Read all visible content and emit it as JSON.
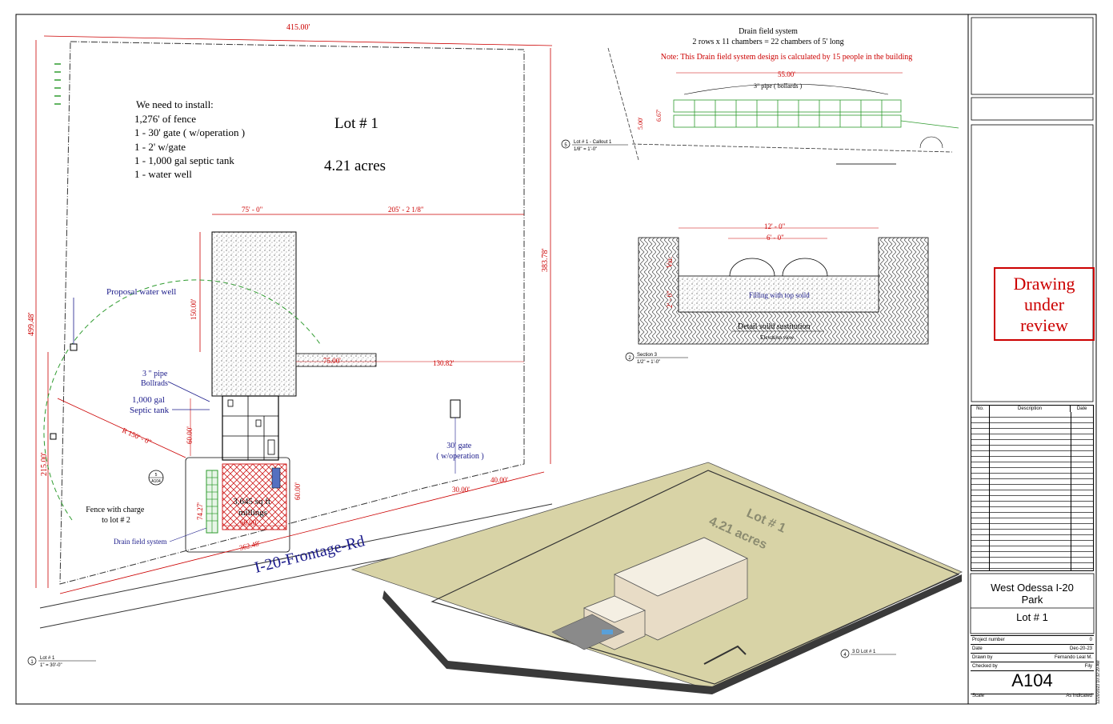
{
  "site_plan": {
    "top_dim": "415.00'",
    "left_dim": "499.48'",
    "right_dim": "383.78'",
    "lower_left_dim": "215.00'",
    "install_notes": [
      "We need to install:",
      "1,276' of fence",
      "1 - 30' gate ( w/operation )",
      "1 - 2' w/gate",
      "1 - 1,000 gal septic tank",
      "1 - water well"
    ],
    "lot_title": "Lot # 1",
    "lot_acres": "4.21 acres",
    "dim_75": "75' - 0\"",
    "dim_205": "205' - 2 1/8\"",
    "dim_150": "150.00'",
    "dim_75b": "75.00'",
    "dim_130": "130.82'",
    "dim_60v": "60.00'",
    "dim_60h": "60.00'",
    "dim_60r": "60.00'",
    "dim_74": "74.27'",
    "dim_30": "30.00'",
    "dim_40": "40.00'",
    "dim_362": "362.48'",
    "radius": "R 150' - 0\"",
    "water_well": "Proposal water well",
    "pipe_bollards": [
      "3 \" pipe",
      "Bollrads"
    ],
    "septic": [
      "1,000 gal",
      "Septic tank"
    ],
    "gate": [
      "30' gate",
      "( w/operation )"
    ],
    "fence_charge": [
      "Fence with charge",
      "to lot # 2"
    ],
    "drain_label": "Drain field system",
    "millings": [
      "3,645 sq ft",
      "millings"
    ],
    "road": "I-20-Frontage-Rd",
    "callout_num": "5",
    "callout_sheet": "A104",
    "view_num": "1",
    "view_name": "Lot # 1",
    "view_scale": "1\" = 30'-0\""
  },
  "drain_field": {
    "title": "Drain field system",
    "subtitle": "2 rows x 11 chambers = 22 chambers of 5' long",
    "note": "Note: This Drain field system design is calculated by 15 people in the building",
    "dim_55": "55.00'",
    "pipe": "3\" pipe ( bollards )",
    "dim_667": "6.67'",
    "dim_5": "5.00'",
    "view_num": "5",
    "view_name": "Lot # 1 - Callout 1",
    "view_scale": "1/8\" = 1'-0\""
  },
  "section": {
    "dim_12": "12' - 0\"",
    "dim_6": "6' - 0\"",
    "dim_var": "Var.",
    "dim_2": "2' - 0\"",
    "filling": "Filling with top soild",
    "detail": "Detail soild sustitution",
    "elevation": "Elevation view",
    "view_num": "2",
    "view_name": "Section 3",
    "view_scale": "1/2\" = 1'-0\""
  },
  "iso": {
    "lot_title": "Lot # 1",
    "lot_acres": "4.21 acres",
    "view_num": "4",
    "view_name": "3 D Lot # 1"
  },
  "title_block": {
    "review": [
      "Drawing",
      "under",
      "review"
    ],
    "rev_no": "No.",
    "rev_desc": "Description",
    "rev_date": "Date",
    "project": [
      "West Odessa I-20",
      "Park"
    ],
    "lot": "Lot # 1",
    "project_number_label": "Project number",
    "project_number": "0",
    "date_label": "Date",
    "date": "Dec-20-23",
    "drawn_label": "Drawn by",
    "drawn": "Fernando Leal M.",
    "checked_label": "Checked by",
    "checked": "Fily",
    "sheet": "A104",
    "scale_label": "Scale",
    "scale": "As indicated",
    "stamp": "12/20/2023 10:32:29 AM"
  },
  "colors": {
    "dim": "#c00000",
    "note_blue": "#1a1a8a",
    "accent_green": "#2e9b2e",
    "iso_ground": "#d8d3a6"
  }
}
